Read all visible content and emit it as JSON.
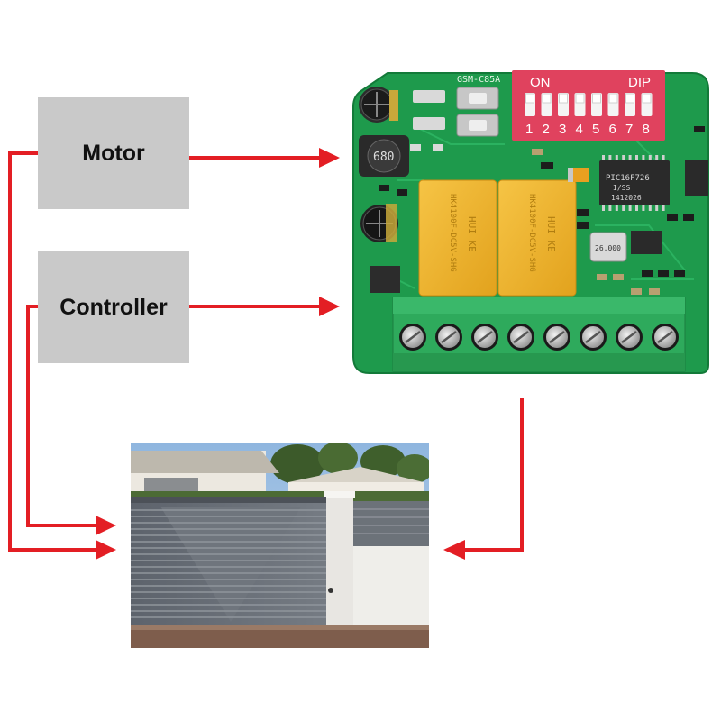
{
  "boxes": {
    "motor": "Motor",
    "controller": "Controller"
  },
  "board": {
    "model": "GSM-C85A",
    "dip": {
      "on_label": "ON",
      "dip_label": "DIP",
      "numbers": [
        "1",
        "2",
        "3",
        "4",
        "5",
        "6",
        "7",
        "8"
      ]
    },
    "inductor": "680",
    "relay_marking": "HUI KE",
    "relay_part": "HK4100F-DC5V-SHG",
    "chip_main": "PIC16F726",
    "chip_sub": "I/SS",
    "chip_code": "1412026",
    "crystal": "26.000",
    "terminal_count": 8
  },
  "colors": {
    "arrow": "#e31e24",
    "pcb": "#1e9a4c",
    "dip_switch": "#e0425e",
    "relay": "#f0b62a",
    "terminal": "#2eaa5c",
    "label_box": "#c9c9c9"
  }
}
